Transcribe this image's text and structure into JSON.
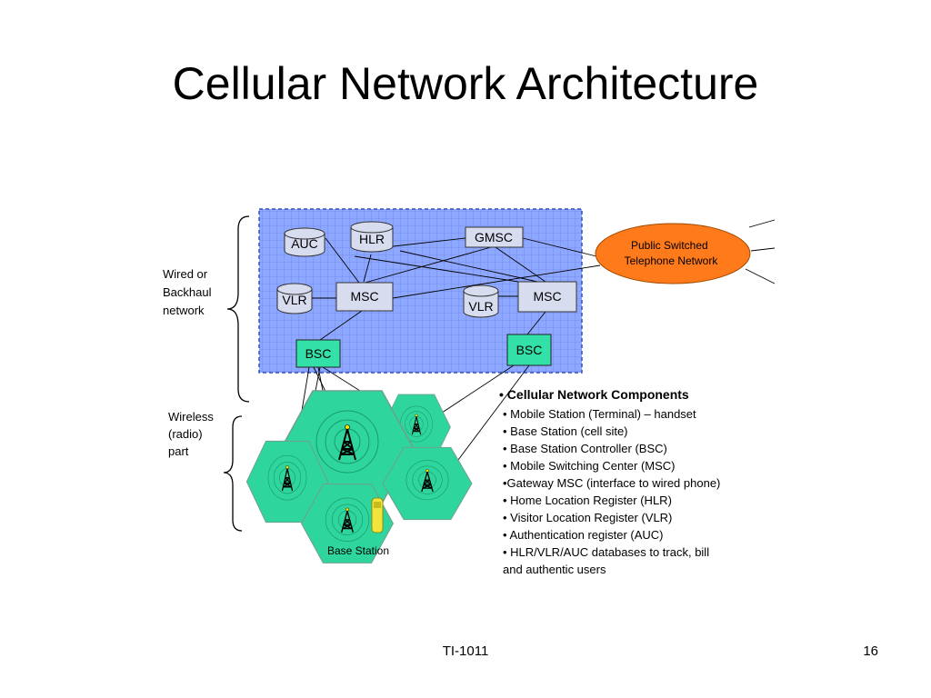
{
  "slide": {
    "title": "Cellular Network Architecture",
    "footer_center": "TI-1011",
    "page_number": "16"
  },
  "diagram": {
    "side_labels": {
      "wired": [
        "Wired or",
        "Backhaul",
        "network"
      ],
      "wireless": [
        "Wireless",
        "(radio)",
        "part"
      ]
    },
    "nodes": {
      "auc": "AUC",
      "hlr": "HLR",
      "gmsc": "GMSC",
      "vlr_left": "VLR",
      "msc_left": "MSC",
      "vlr_right": "VLR",
      "msc_right": "MSC",
      "bsc_left": "BSC",
      "bsc_right": "BSC"
    },
    "pstn": [
      "Public Switched",
      "Telephone Network"
    ],
    "base_station_label": "Base Station",
    "components": {
      "heading": "Cellular Network Components",
      "items": [
        "• Mobile Station (Terminal) – handset",
        "• Base Station (cell site)",
        "• Base Station Controller (BSC)",
        "• Mobile Switching Center (MSC)",
        "•Gateway MSC (interface to wired phone)",
        "• Home Location Register (HLR)",
        "• Visitor Location Register (VLR)",
        "• Authentication register (AUC)",
        "• HLR/VLR/AUC databases to track, bill",
        "and authentic users"
      ]
    },
    "colors": {
      "grid_background": "#8FA8FF",
      "grid_line": "#6B86F0",
      "node_fill": "#D8DCEF",
      "bsc_fill": "#33E0A8",
      "cell_fill": "#2ED69E",
      "pstn_fill": "#FF7A1A"
    }
  }
}
